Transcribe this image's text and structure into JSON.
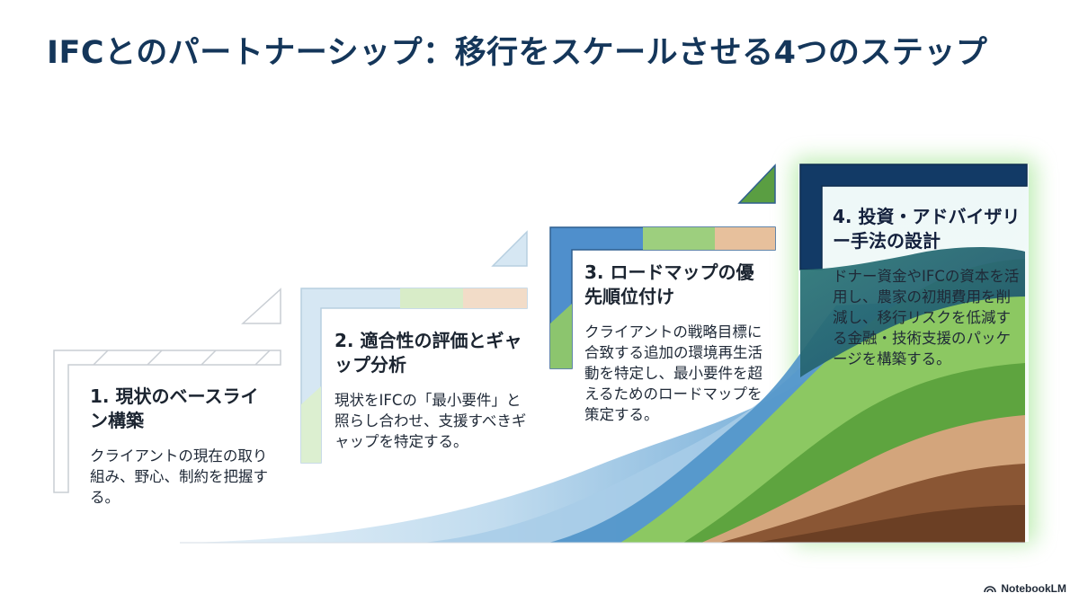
{
  "title": "IFCとのパートナーシップ：移行をスケールさせる4つのステップ",
  "steps": [
    {
      "title": "1. 現状のベースライン構築",
      "description": "クライアントの現在の取り組み、野心、制約を把握する。"
    },
    {
      "title": "2. 適合性の評価とギャップ分析",
      "description": "現状をIFCの「最小要件」と照らし合わせ、支援すべきギャップを特定する。"
    },
    {
      "title": "3. ロードマップの優先順位付け",
      "description": "クライアントの戦略目標に合致する追加の環境再生活動を特定し、最小要件を超えるためのロードマップを策定する。"
    },
    {
      "title": "4. 投資・アドバイザリー手法の設計",
      "description": "ドナー資金やIFCの資本を活用し、農家の初期費用を削減し、移行リスクを低減する金融・技術支援のパッケージを構築する。"
    }
  ],
  "branding": {
    "label": "NotebookLM",
    "icon": "notebooklm-logo-icon"
  },
  "colors": {
    "title": "#14365a",
    "navy": "#17375e",
    "blue": "#3b7fbf",
    "green": "#6fb548",
    "tan": "#d9a77a",
    "brown": "#8a5634",
    "glow": "#7fd66a"
  }
}
